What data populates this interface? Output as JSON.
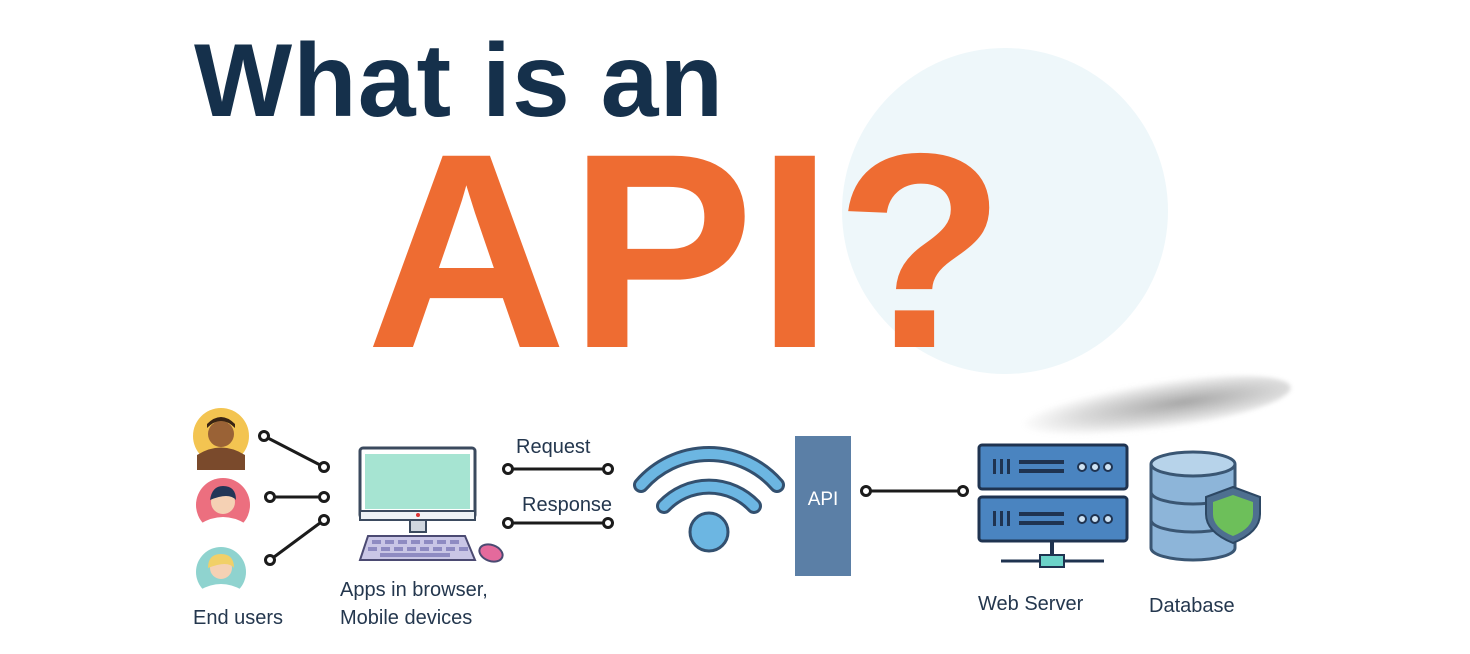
{
  "title": {
    "line1": "What is an",
    "line2": "API?"
  },
  "diagram": {
    "end_users_label": "End users",
    "apps_label_line1": "Apps in browser,",
    "apps_label_line2": "Mobile devices",
    "request_label": "Request",
    "response_label": "Response",
    "api_box_label": "API",
    "web_server_label": "Web Server",
    "database_label": "Database"
  },
  "colors": {
    "title_navy": "#15304b",
    "title_orange": "#ee6c32",
    "wifi_blue": "#6cb6e2",
    "api_box": "#5b7fa6",
    "server_blue": "#4a84c0",
    "database_blue": "#8db5d9",
    "shield_green": "#6dbf5a"
  },
  "icons": [
    "user-avatar-icon",
    "desktop-computer-icon",
    "keyboard-icon",
    "mouse-icon",
    "wifi-icon",
    "server-rack-icon",
    "database-icon",
    "shield-icon"
  ]
}
